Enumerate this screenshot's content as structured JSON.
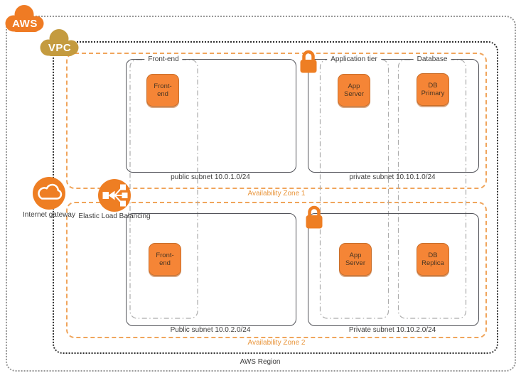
{
  "diagram": {
    "region_label": "AWS Region",
    "aws_label": "AWS",
    "vpc_label": "VPC",
    "internet_gateway_label": "Internet gateway",
    "elb_label": "Elastic Load Balancing",
    "tiers": [
      {
        "label": "Front-end"
      },
      {
        "label": "Application tier"
      },
      {
        "label": "Database"
      }
    ],
    "zones": [
      {
        "label": "Availability Zone 1",
        "subnets": [
          {
            "caption": "public subnet 10.0.1.0/24",
            "nodes": [
              "Front-end"
            ]
          },
          {
            "caption": "private subnet 10.10.1.0/24",
            "nodes": [
              "App Server",
              "DB Primary"
            ]
          }
        ]
      },
      {
        "label": "Availability Zone 2",
        "subnets": [
          {
            "caption": "Public subnet 10.0.2.0/24",
            "nodes": [
              "Front-end"
            ]
          },
          {
            "caption": "Private subnet 10.10.2.0/24",
            "nodes": [
              "App Server",
              "DB Replica"
            ]
          }
        ]
      }
    ],
    "colors": {
      "node_orange": "#F58536",
      "icon_orange": "#EE7E23",
      "vpc_gold": "#C49B3F",
      "az_border_orange": "#F0A55C",
      "az_label_orange": "#E9953B"
    }
  }
}
